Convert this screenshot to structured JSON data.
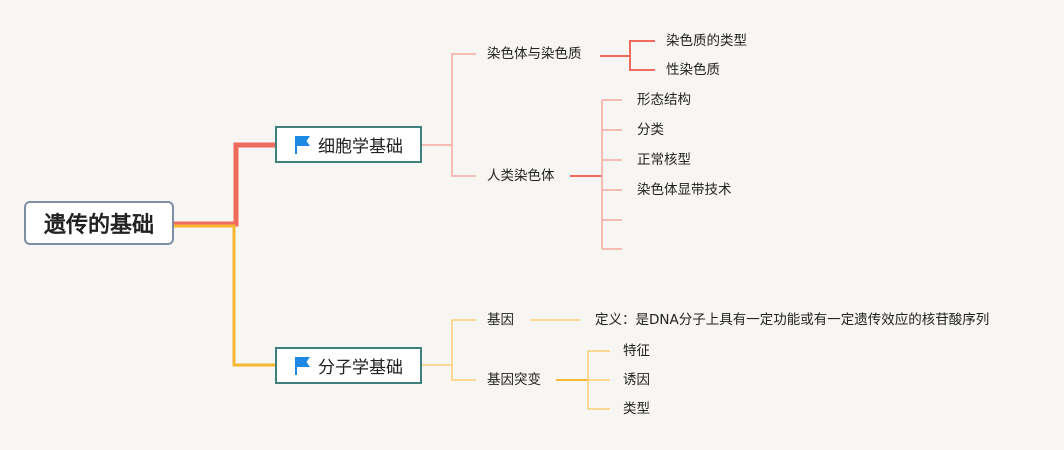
{
  "root": {
    "label": "遗传的基础"
  },
  "branch_1": {
    "label": "细胞学基础",
    "icon": "flag-icon",
    "color": "#ef6b5e",
    "children": [
      {
        "label": "染色体与染色质",
        "children": [
          "染色质的类型",
          "性染色质"
        ]
      },
      {
        "label": "人类染色体",
        "children": [
          "形态结构",
          "分类",
          "正常核型",
          "染色体显带技术",
          "",
          ""
        ]
      }
    ]
  },
  "branch_2": {
    "label": "分子学基础",
    "icon": "flag-icon",
    "color": "#f7b733",
    "children": [
      {
        "label": "基因",
        "children": [
          "定义：是DNA分子上具有一定功能或有一定遗传效应的核苷酸序列"
        ]
      },
      {
        "label": "基因突变",
        "children": [
          "特征",
          "诱因",
          "类型"
        ]
      }
    ]
  },
  "colors": {
    "root_border": "#7e8fa3",
    "sub_border": "#3f7f7c",
    "flag": "#1e88e5",
    "branch_1_line": "#ef6b5e",
    "branch_1_leaf_line": "#f3a9a0",
    "branch_2_line": "#f7b733",
    "branch_2_leaf_line": "#f9cf75"
  }
}
